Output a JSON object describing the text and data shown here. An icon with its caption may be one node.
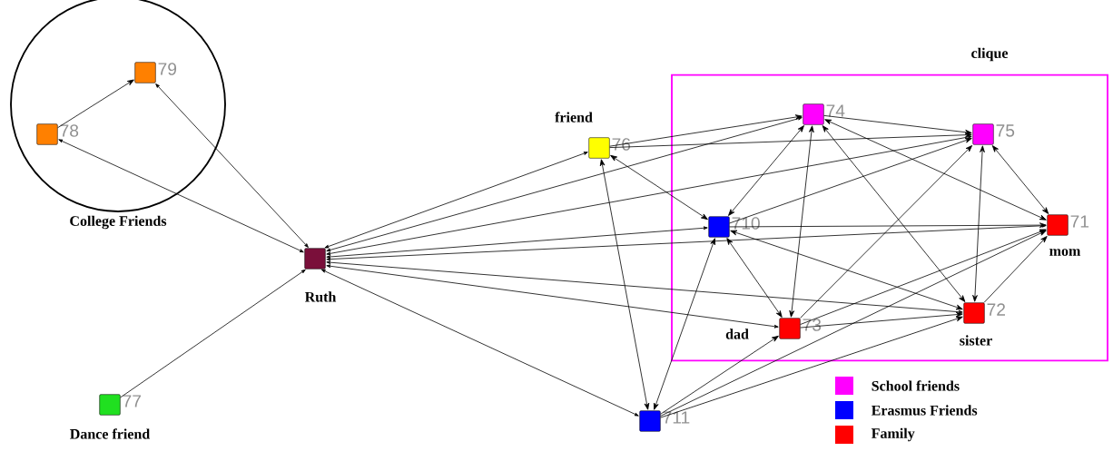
{
  "diagram": {
    "nodes": [
      {
        "text": [
          "College Friends"
        ]
      },
      {
        "text": [
          "79"
        ],
        "in": 0
      },
      {
        "text": [
          "78"
        ],
        "in": 0
      },
      {
        "text": [
          "Ruth"
        ]
      },
      {
        "text": [
          "77"
        ],
        "beside": [
          "Dance friend"
        ]
      },
      {
        "text": [
          "76"
        ],
        "beside": [
          "friend"
        ]
      },
      {
        "text": [
          "clique"
        ]
      },
      {
        "text": [
          "74"
        ],
        "in": 6
      },
      {
        "text": [
          "75"
        ],
        "in": 6
      },
      {
        "text": [
          "710"
        ],
        "in": 6
      },
      {
        "text": [
          "71"
        ],
        "in": 6,
        "beside": [
          "mom"
        ]
      },
      {
        "text": [
          "73"
        ],
        "in": 6,
        "beside": [
          "dad"
        ]
      },
      {
        "text": [
          "72"
        ],
        "in": 6,
        "beside": [
          "sister"
        ]
      },
      {
        "text": [
          "711"
        ]
      }
    ],
    "edges": [
      {
        "from": 2,
        "to": 1,
        "arrow": "to"
      },
      {
        "from": 2,
        "to": 3,
        "arrow": "both"
      },
      {
        "from": 1,
        "to": 3,
        "arrow": "both"
      },
      {
        "from": 4,
        "to": 3,
        "arrow": "to"
      },
      {
        "from": 3,
        "to": 5,
        "arrow": "both"
      },
      {
        "from": 3,
        "to": 7,
        "arrow": "both"
      },
      {
        "from": 3,
        "to": 8,
        "arrow": "both"
      },
      {
        "from": 3,
        "to": 9,
        "arrow": "both"
      },
      {
        "from": 3,
        "to": 10,
        "arrow": "both"
      },
      {
        "from": 3,
        "to": 12,
        "arrow": "both"
      },
      {
        "from": 3,
        "to": 11,
        "arrow": "both"
      },
      {
        "from": 3,
        "to": 13,
        "arrow": "both"
      },
      {
        "from": 5,
        "to": 7,
        "arrow": "to"
      },
      {
        "from": 5,
        "to": 8,
        "arrow": "to"
      },
      {
        "from": 5,
        "to": 9,
        "arrow": "both"
      },
      {
        "from": 5,
        "to": 13,
        "arrow": "both"
      },
      {
        "from": 9,
        "to": 13,
        "arrow": "both"
      },
      {
        "from": 7,
        "to": 8,
        "arrow": "to"
      },
      {
        "from": 7,
        "to": 9,
        "arrow": "both"
      },
      {
        "from": 7,
        "to": 11,
        "arrow": "both"
      },
      {
        "from": 7,
        "to": 12,
        "arrow": "both"
      },
      {
        "from": 7,
        "to": 10,
        "arrow": "both"
      },
      {
        "from": 9,
        "to": 8,
        "arrow": "to"
      },
      {
        "from": 11,
        "to": 8,
        "arrow": "to"
      },
      {
        "from": 8,
        "to": 12,
        "arrow": "both"
      },
      {
        "from": 8,
        "to": 10,
        "arrow": "both"
      },
      {
        "from": 9,
        "to": 10,
        "arrow": "to"
      },
      {
        "from": 9,
        "to": 11,
        "arrow": "both"
      },
      {
        "from": 9,
        "to": 12,
        "arrow": "both"
      },
      {
        "from": 11,
        "to": 10,
        "arrow": "to"
      },
      {
        "from": 11,
        "to": 12,
        "arrow": "to"
      },
      {
        "from": 12,
        "to": 10,
        "arrow": "to"
      },
      {
        "from": 13,
        "to": 11,
        "arrow": "to"
      },
      {
        "from": 13,
        "to": 10,
        "arrow": "to"
      },
      {
        "from": 13,
        "to": 12,
        "arrow": "to"
      }
    ],
    "legend": [
      {
        "text": "School friends",
        "color": "#ff00ff"
      },
      {
        "text": "Erasmus Friends",
        "color": "#0000ff"
      },
      {
        "text": "Family",
        "color": "#ff0000"
      }
    ]
  }
}
